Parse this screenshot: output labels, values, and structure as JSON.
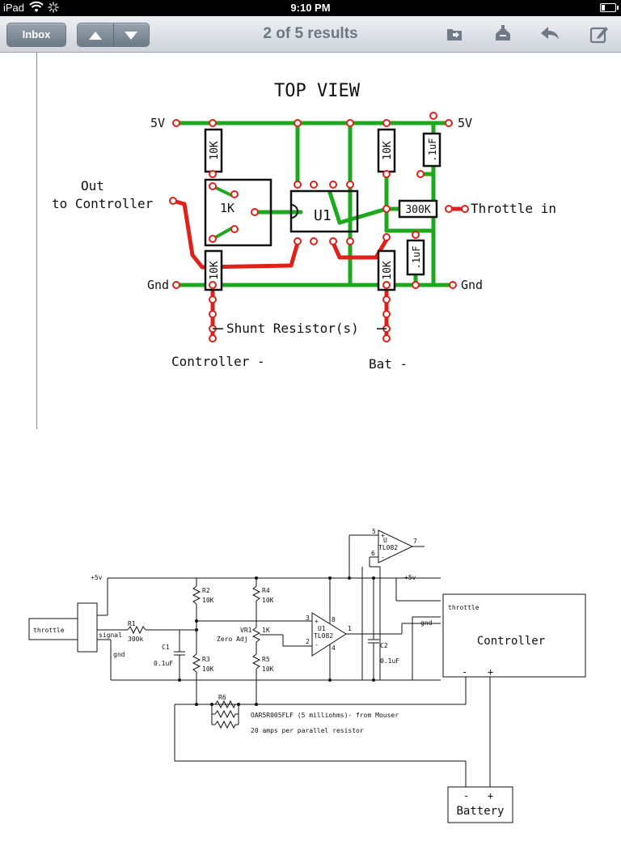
{
  "status_bar": {
    "carrier": "iPad",
    "time": "9:10 PM"
  },
  "toolbar": {
    "inbox_label": "Inbox",
    "results_label": "2 of 5 results",
    "icons": [
      "move-to-folder-icon",
      "archive-icon",
      "reply-icon",
      "compose-icon"
    ]
  },
  "top_view": {
    "title": "TOP VIEW",
    "label_5v_left": "5V",
    "label_5v_right": "5V",
    "label_out": "Out",
    "label_to_controller": "to Controller",
    "label_throttle_in": "Throttle in",
    "label_gnd_left": "Gnd",
    "label_gnd_right": "Gnd",
    "label_shunt": "Shunt Resistor(s)",
    "label_controller_minus": "Controller -",
    "label_bat_minus": "Bat -",
    "r_10k_a": "10K",
    "r_10k_b": "10K",
    "r_10k_c": "10K",
    "r_10k_d": "10K",
    "r_300k": "300K",
    "c_1uf_a": ".1uF",
    "c_1uf_b": ".1uF",
    "pot_1k": "1K",
    "ic_u1": "U1"
  },
  "schematic": {
    "plus5v_left": "+5v",
    "plus5v_right": "+5v",
    "throttle_box": "throttle",
    "signal": "signal",
    "gnd": "gnd",
    "r1_name": "R1",
    "r1_value": "300k",
    "c1_name": "C1",
    "c1_value": "0.1uF",
    "r2_name": "R2",
    "r2_value": "10K",
    "r3_name": "R3",
    "r3_value": "10K",
    "r4_name": "R4",
    "r4_value": "10K",
    "r5_name": "R5",
    "r5_value": "10K",
    "vr1_name": "VR1",
    "vr1_value": "1K",
    "vr1_desc": "Zero Adj",
    "u1_name": "U1",
    "u1_part": "TL082",
    "u_top_name": "U",
    "u_top_part": "TL082",
    "pin3": "3",
    "pin2": "2",
    "pin8": "8",
    "pin4": "4",
    "pin1": "1",
    "pin5": "5",
    "pin6": "6",
    "pin7": "7",
    "plus_sign": "+",
    "minus_sign": "-",
    "c2_name": "C2",
    "c2_value": "0.1uF",
    "r6_name": "R6",
    "shunt_note": "OAR5R005FLF  (5 milliohms)- from Mouser",
    "shunt_note2": "20 amps per parallel resistor",
    "controller_throttle": "throttle",
    "controller_gnd": "gnd",
    "controller_label": "Controller",
    "controller_minus": "-",
    "controller_plus": "+",
    "battery_label": "Battery",
    "battery_minus": "-",
    "battery_plus": "+"
  }
}
